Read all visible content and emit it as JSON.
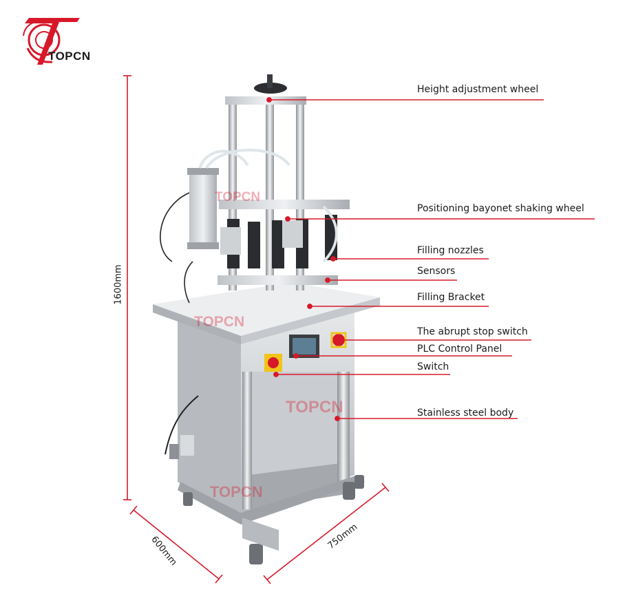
{
  "brand": {
    "name": "TOPCN",
    "accent_color": "#d7182a"
  },
  "watermark": "TOPCN",
  "callouts": [
    {
      "id": "height-wheel",
      "label": "Height adjustment wheel"
    },
    {
      "id": "bayonet-wheel",
      "label": "Positioning bayonet shaking wheel"
    },
    {
      "id": "nozzles",
      "label": "Filling nozzles"
    },
    {
      "id": "sensors",
      "label": "Sensors"
    },
    {
      "id": "bracket",
      "label": "Filling Bracket"
    },
    {
      "id": "stop-switch",
      "label": "The abrupt stop switch"
    },
    {
      "id": "plc-panel",
      "label": "PLC Control Panel"
    },
    {
      "id": "switch",
      "label": "Switch"
    },
    {
      "id": "body",
      "label": "Stainless steel body"
    }
  ],
  "dimensions": {
    "height": "1600mm",
    "depth": "600mm",
    "width": "750mm"
  }
}
